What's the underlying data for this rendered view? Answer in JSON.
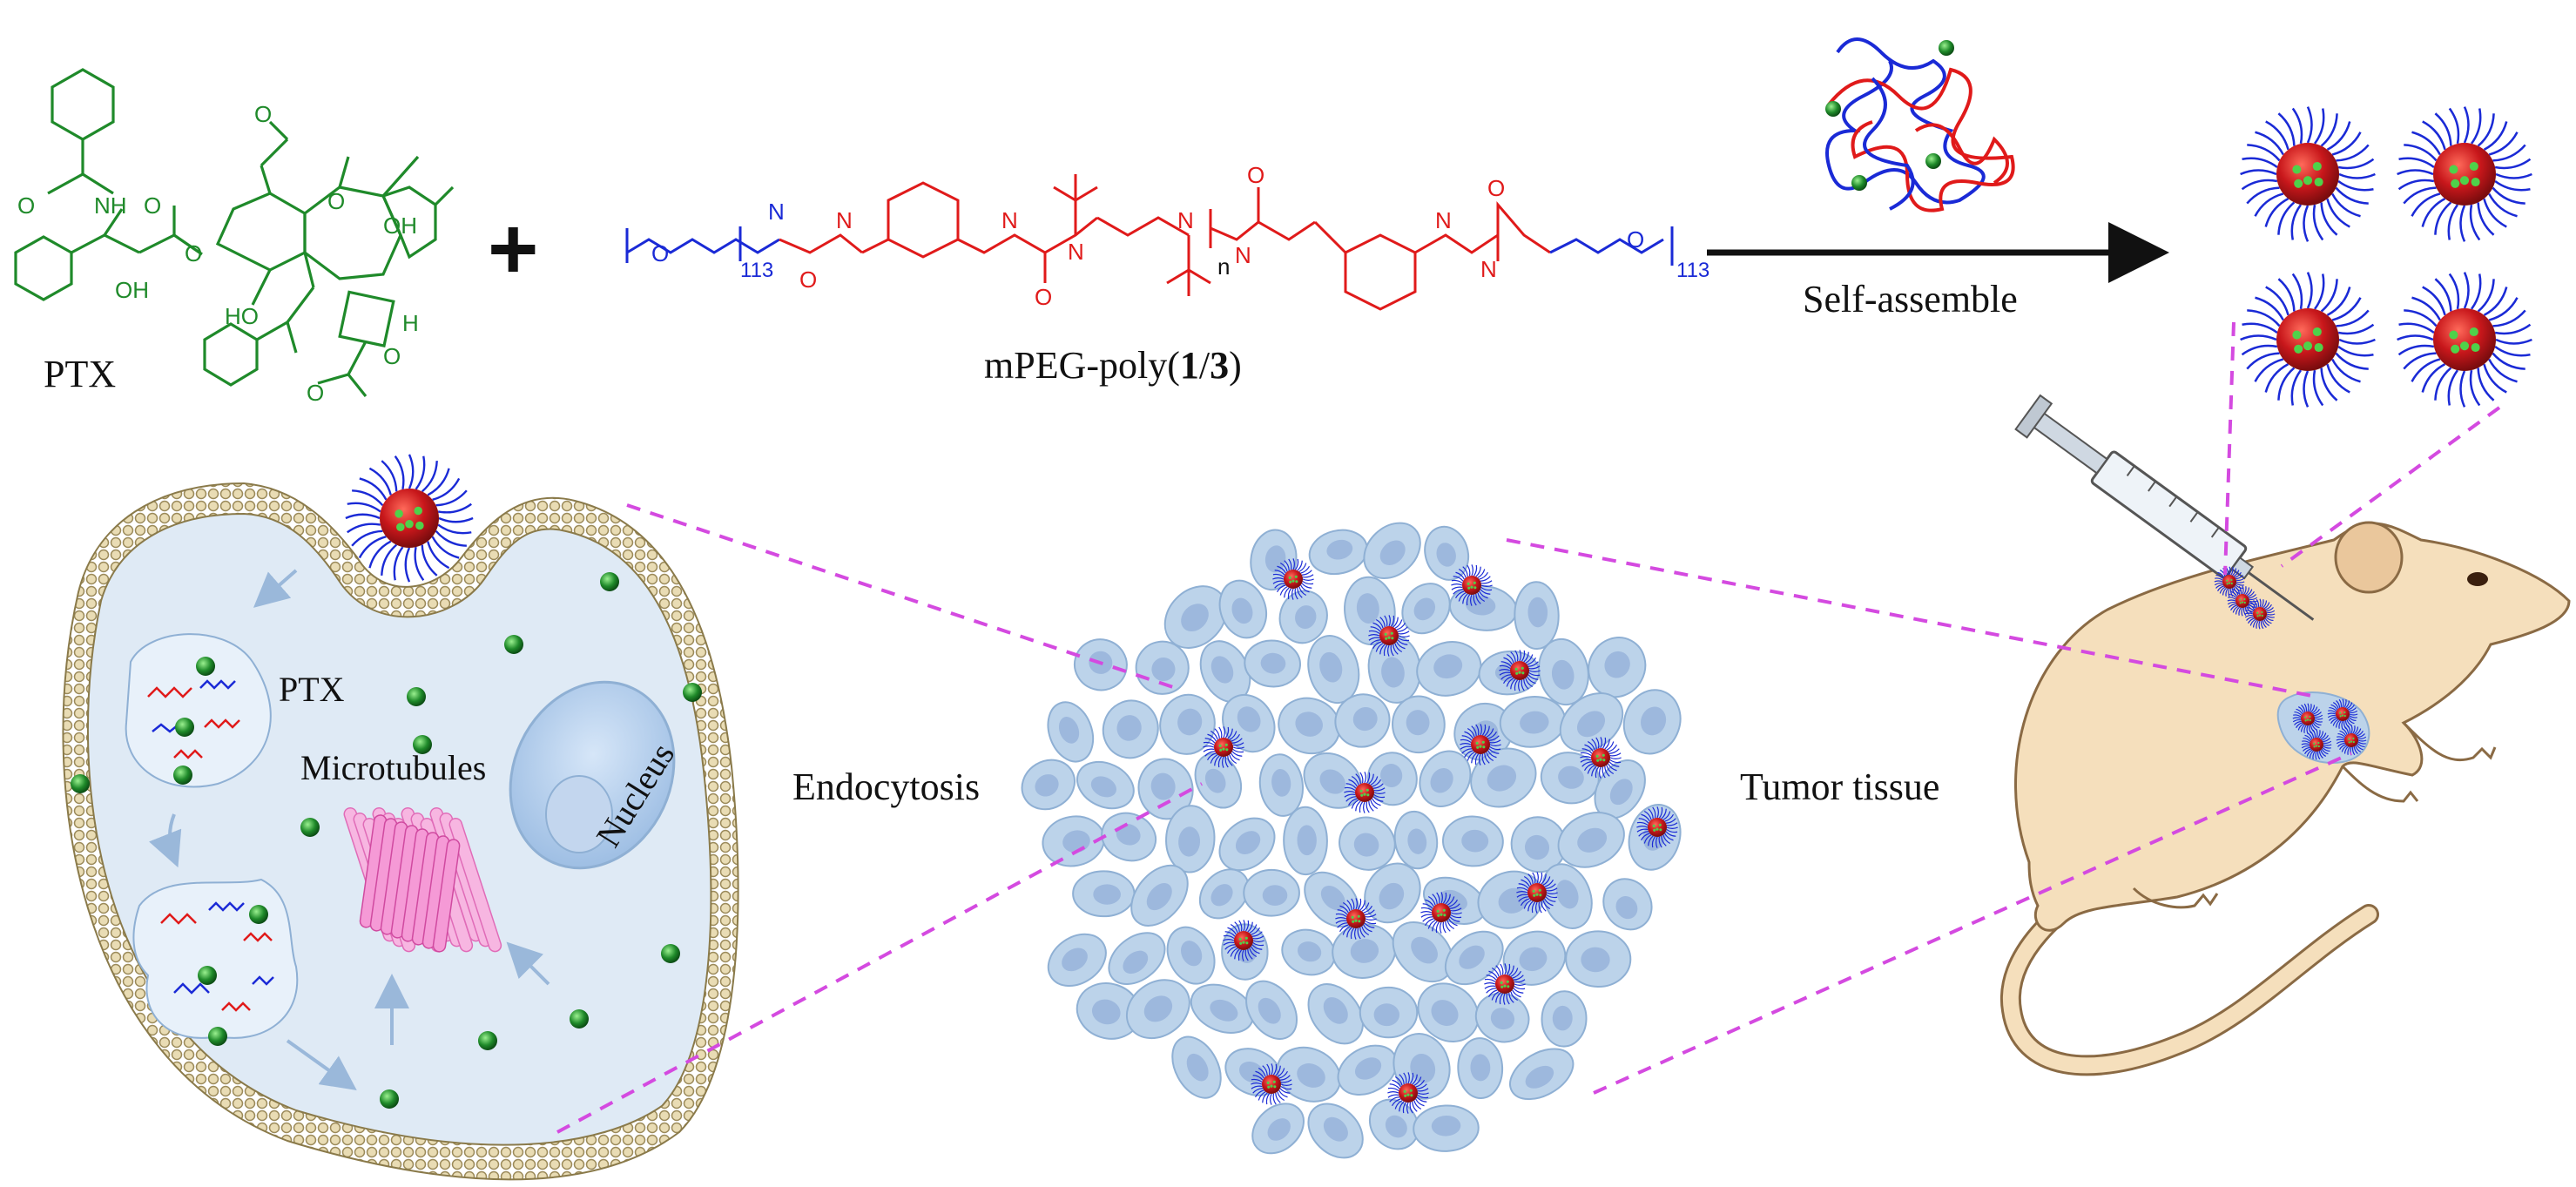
{
  "labels": {
    "ptx_drug": "PTX",
    "plus_sign": "+",
    "polymer_prefix": "mPEG-poly(",
    "polymer_bold_1": "1",
    "polymer_slash": "/",
    "polymer_bold_3": "3",
    "polymer_suffix": ")",
    "self_assemble": "Self-assemble",
    "endocytosis": "Endocytosis",
    "tumor_tissue": "Tumor tissue",
    "ptx_in_cell": "PTX",
    "microtubules": "Microtubules",
    "nucleus": "Nucleus"
  },
  "chemistry": {
    "atom_nh": "NH",
    "atom_oh": "OH",
    "atom_ho": "HO",
    "atom_o": "O",
    "atom_h": "H",
    "atom_n": "N",
    "peg_repeat": "113",
    "poly_repeat": "n"
  },
  "colors": {
    "ptx_green": "#1f8a2a",
    "peg_blue": "#1a2ad6",
    "poly_red": "#e01a1a",
    "micelle_red": "#c8171b",
    "cell_fill": "#dfeaf5",
    "membrane": "#c9b98a",
    "tumor_cell": "#bcd3ea",
    "tumor_nucleus": "#9db8dd",
    "mouse_body": "#f5dfbc",
    "mouse_outline": "#8a6a44",
    "dash_magenta": "#d44ae0",
    "microtubule_pink": "#f59ad6",
    "arrow_black": "#111111"
  },
  "icons": [
    "micelle-icon",
    "syringe-icon",
    "mouse-icon",
    "nucleus-icon",
    "microtubule-icon",
    "ptx-bead-icon",
    "polymer-coil-icon"
  ]
}
